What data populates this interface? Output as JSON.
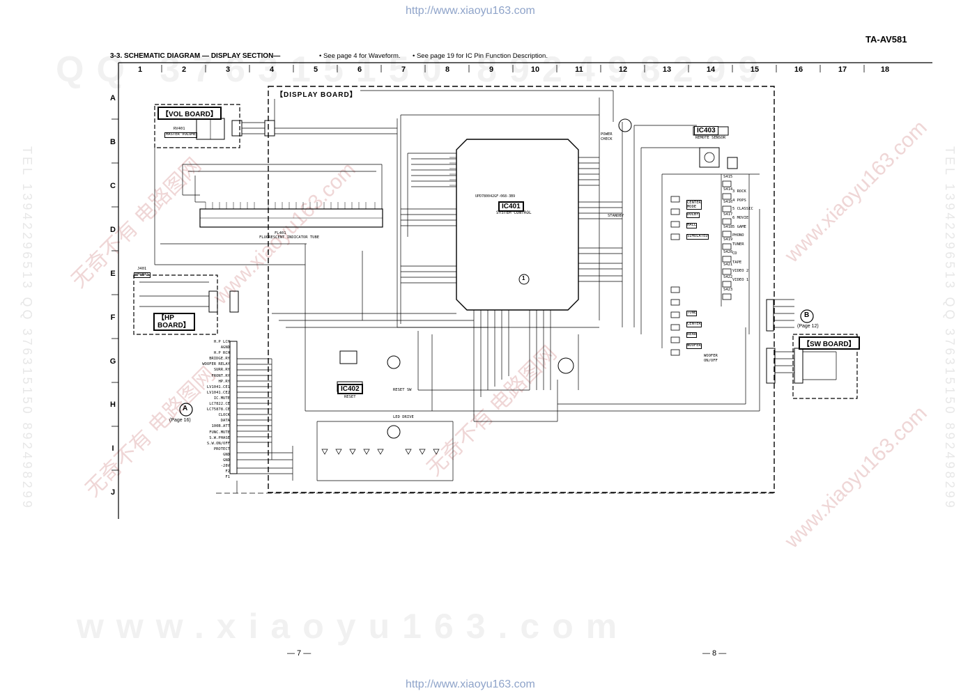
{
  "watermark": {
    "url_top": "http://www.xiaoyu163.com",
    "url_bottom": "http://www.xiaoyu163.com",
    "big_top": "QQ 376315150 892498299",
    "big_bottom": "www.xiaoyu163.com",
    "big_mid_left": "TEL 13942296513",
    "big_mid_right": "892498299",
    "diag_cn": "无奇不有 电路图网",
    "diag_url": "www.xiaoyu163.com",
    "vert_left": "TEL 13942296513  QQ 376315150  892498299",
    "vert_right": "TEL 13942296513  QQ 376315150  892498299"
  },
  "header": {
    "model": "TA-AV581",
    "section_title": "3-3. SCHEMATIC DIAGRAM — DISPLAY SECTION—",
    "note_waveform": "• See page 4 for Waveform.",
    "note_ic": "• See page 19 for IC Pin Function Description."
  },
  "grid": {
    "columns": [
      "1",
      "2",
      "3",
      "4",
      "5",
      "6",
      "7",
      "8",
      "9",
      "10",
      "11",
      "12",
      "13",
      "14",
      "15",
      "16",
      "17",
      "18"
    ],
    "rows": [
      "A",
      "B",
      "C",
      "D",
      "E",
      "F",
      "G",
      "H",
      "I",
      "J"
    ]
  },
  "boards": {
    "display": "【DISPLAY BOARD】",
    "vol": "【VOL BOARD】",
    "hp": "【HP BOARD】",
    "sw": "【SW BOARD】"
  },
  "ics": {
    "ic401": "IC401",
    "ic401_desc": "SYSTEM CONTROL",
    "ic401_part": "UPD780042GF-068-3B9",
    "ic402": "IC402",
    "ic402_desc": "RESET",
    "ic403": "IC403",
    "ic403_desc": "REMOTE SENSOR",
    "fl401": "FL401",
    "fl401_desc": "FLUORESCENT INDICATOR TUBE"
  },
  "components": {
    "rv401": "RV401",
    "master_volume": "MASTER VOLUME",
    "j401": "J401",
    "phones": "PHONES",
    "standby": "STANDBY",
    "power_check": "POWER CHECK",
    "led_drive": "LED DRIVE",
    "reset_sw": "RESET SW",
    "woofer_onoff": "WOOFER ON/OFF"
  },
  "connector_signals": [
    "H.P LCH",
    "AGND",
    "H.P RCH",
    "BRIDGE.RY",
    "WOOFER RELAY",
    "SURR.RY",
    "FRONT.RY",
    "HP.RY",
    "LV1041.CE1",
    "LV1041.CE2",
    "IC.MUTE",
    "LC7822.CE",
    "LC75878.CE",
    "CLOCK",
    "DATA",
    "100B.ATT",
    "FUNC.MUTE",
    "S.W.PHASE",
    "S.W.ON/OFF",
    "PROTECT",
    "GND",
    "GND",
    "-28V",
    "F2",
    "F1"
  ],
  "switches": [
    "S415",
    "S414",
    "S416",
    "S417",
    "S418",
    "S419",
    "S420",
    "S421",
    "S422",
    "S423"
  ],
  "switch_labels": [
    "3 ROCK",
    "4 POPS",
    "5 CLASSIC",
    "6 MOVIE",
    "5 GAME",
    "PHONO",
    "TUNER",
    "CD",
    "TAPE",
    "VIDEO 2",
    "VIDEO 1"
  ],
  "left_switch_labels": [
    "CENTER MODE",
    "DOLBY",
    "HALL",
    "SIMULATED",
    "TONE",
    "CENTER",
    "REAR",
    "WOOFER"
  ],
  "off_page": {
    "a_label": "A",
    "a_page": "(Page 16)",
    "b_label": "B",
    "b_page": "(Page 12)",
    "marker_1": "1"
  },
  "footer": {
    "page_left": "— 7 —",
    "page_right": "— 8 —"
  }
}
